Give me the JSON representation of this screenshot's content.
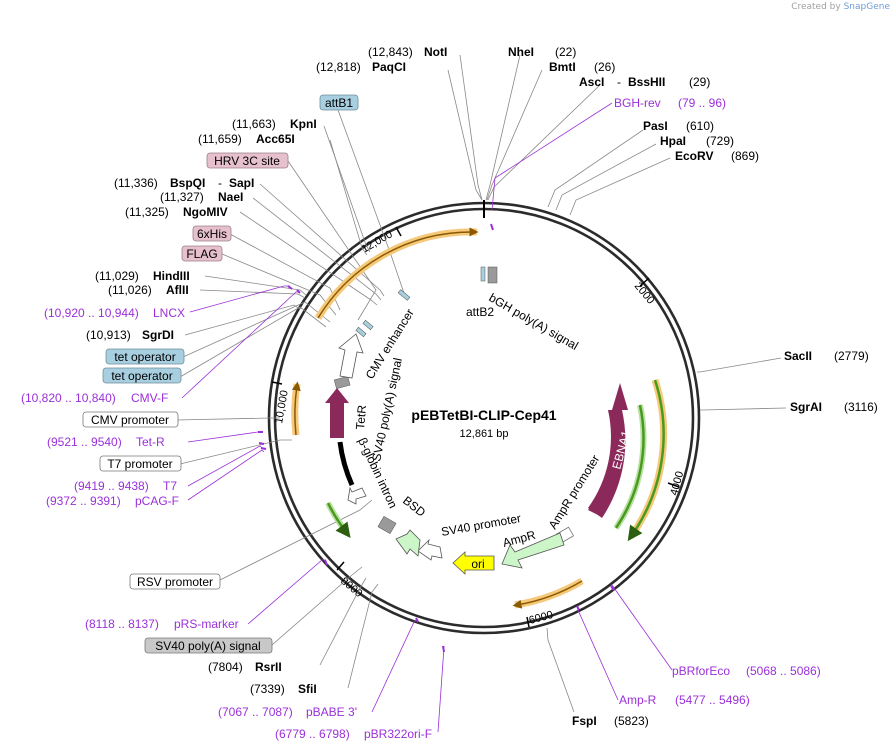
{
  "credit": {
    "created_by": "Created by",
    "brand": "SnapGene"
  },
  "plasmid": {
    "name": "pEBTetBI-CLIP-Cep41",
    "size": "12,861 bp"
  },
  "ticks": [
    "2000",
    "4000",
    "6000",
    "8000",
    "10,000",
    "12,000"
  ],
  "enzymes": [
    {
      "name": "NotI",
      "pos": "(12,843)"
    },
    {
      "name": "PaqCI",
      "pos": "(12,818)"
    },
    {
      "name": "NheI",
      "pos": "(22)"
    },
    {
      "name": "BmtI",
      "pos": "(26)"
    },
    {
      "name": "AscI",
      "sep": "-",
      "name2": "BssHII",
      "pos": "(29)"
    },
    {
      "name": "PasI",
      "pos": "(610)"
    },
    {
      "name": "HpaI",
      "pos": "(729)"
    },
    {
      "name": "EcoRV",
      "pos": "(869)"
    },
    {
      "name": "SacII",
      "pos": "(2779)"
    },
    {
      "name": "SgrAI",
      "pos": "(3116)"
    },
    {
      "name": "FspI",
      "pos": "(5823)"
    },
    {
      "name": "SfiI",
      "pos": "(7339)"
    },
    {
      "name": "RsrII",
      "pos": "(7804)"
    },
    {
      "name": "KpnI",
      "pos": "(11,663)"
    },
    {
      "name": "Acc65I",
      "pos": "(11,659)"
    },
    {
      "name": "BspQI",
      "sep": "-",
      "name2": "SapI",
      "pos": "(11,336)"
    },
    {
      "name": "NaeI",
      "pos": "(11,327)"
    },
    {
      "name": "NgoMIV",
      "pos": "(11,325)"
    },
    {
      "name": "HindIII",
      "pos": "(11,029)"
    },
    {
      "name": "AflII",
      "pos": "(11,026)"
    },
    {
      "name": "SgrDI",
      "pos": "(10,913)"
    }
  ],
  "primers": [
    {
      "name": "BGH-rev",
      "range": "(79 .. 96)"
    },
    {
      "name": "pBRforEco",
      "range": "(5068 .. 5086)"
    },
    {
      "name": "Amp-R",
      "range": "(5477 .. 5496)"
    },
    {
      "name": "pBR322ori-F",
      "range": "(6779 .. 6798)"
    },
    {
      "name": "pBABE 3'",
      "range": "(7067 .. 7087)"
    },
    {
      "name": "pRS-marker",
      "range": "(8118 .. 8137)"
    },
    {
      "name": "pCAG-F",
      "range": "(9372 .. 9391)"
    },
    {
      "name": "T7",
      "range": "(9419 .. 9438)"
    },
    {
      "name": "Tet-R",
      "range": "(9521 .. 9540)"
    },
    {
      "name": "CMV-F",
      "range": "(10,820 .. 10,840)"
    },
    {
      "name": "LNCX",
      "range": "(10,920 .. 10,944)"
    }
  ],
  "boxed_features": [
    {
      "label": "attB1",
      "color": "#a8cfe0"
    },
    {
      "label": "HRV 3C site",
      "color": "#e6c0cc"
    },
    {
      "label": "6xHis",
      "color": "#e6c0cc"
    },
    {
      "label": "FLAG",
      "color": "#e6c0cc"
    },
    {
      "label": "tet operator",
      "color": "#a8cfe0"
    },
    {
      "label": "tet operator",
      "color": "#a8cfe0"
    },
    {
      "label": "CMV promoter",
      "color": "#ffffff"
    },
    {
      "label": "T7 promoter",
      "color": "#ffffff"
    },
    {
      "label": "RSV promoter",
      "color": "#ffffff"
    },
    {
      "label": "SV40 poly(A) signal",
      "color": "#c8c8c8"
    }
  ],
  "inner_features": {
    "bgh": "bGH poly(A) signal",
    "attb2": "attB2",
    "ebna1": "EBNA1",
    "ampr_promoter": "AmpR promoter",
    "ampr": "AmpR",
    "ori": "ori",
    "sv40_promoter": "SV40 promoter",
    "bsd": "BSD",
    "beta_globin": "β-globin intron",
    "tetr": "TetR",
    "sv40_polya": "SV40 poly(A) signal",
    "cmv_enhancer": "CMV enhancer"
  },
  "colors": {
    "enzyme_text": "#000000",
    "primer_text": "#9b30d9",
    "backbone": "#2b2b2b",
    "feature_maroon": "#8b2a5a",
    "feature_green": "#4a9a1e",
    "feature_orange": "#f5c87a",
    "ori_yellow": "#ffff00"
  }
}
